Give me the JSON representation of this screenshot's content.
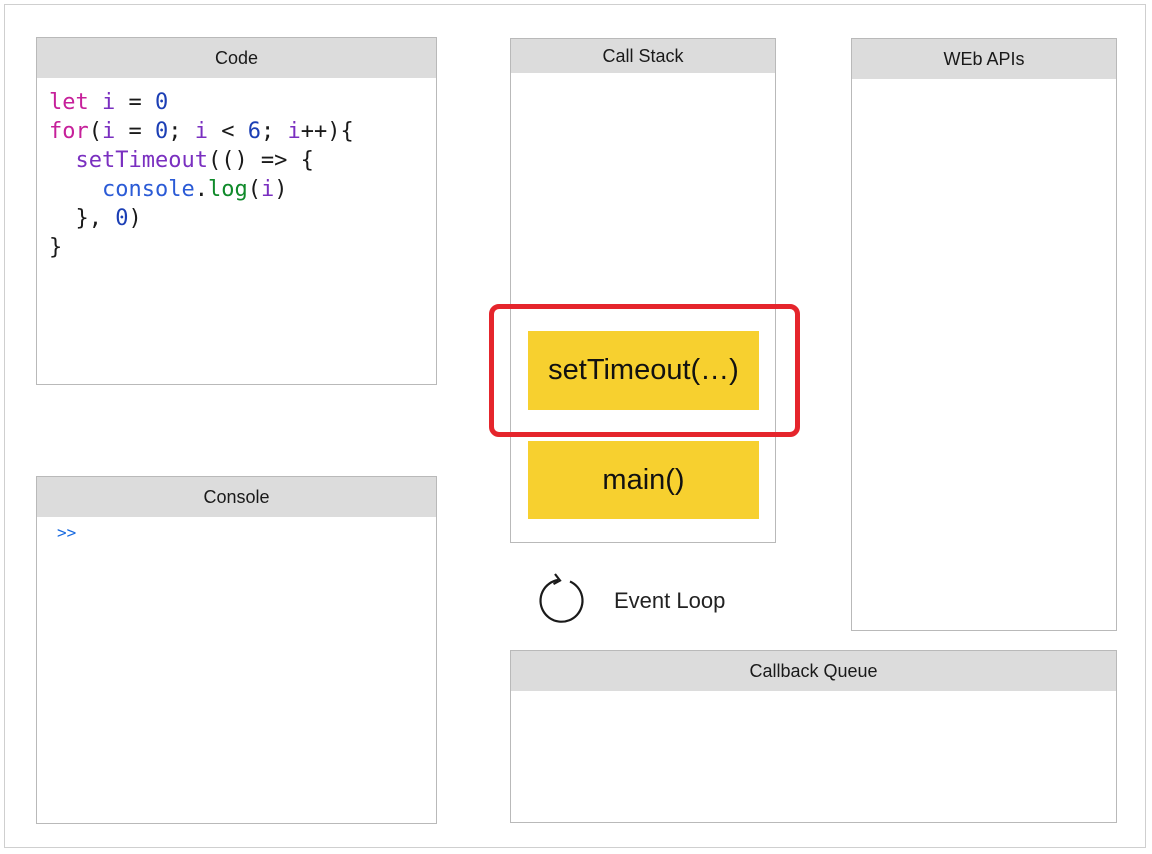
{
  "panels": {
    "code": {
      "title": "Code"
    },
    "console": {
      "title": "Console",
      "prompt": ">>"
    },
    "call_stack": {
      "title": "Call Stack"
    },
    "web_apis": {
      "title": "WEb APIs"
    },
    "callback_queue": {
      "title": "Callback Queue"
    }
  },
  "code_lines": [
    [
      {
        "t": "let ",
        "c": "kw"
      },
      {
        "t": "i",
        "c": "var"
      },
      {
        "t": " = ",
        "c": ""
      },
      {
        "t": "0",
        "c": "num"
      }
    ],
    [
      {
        "t": "for",
        "c": "kw"
      },
      {
        "t": "(",
        "c": ""
      },
      {
        "t": "i",
        "c": "var"
      },
      {
        "t": " = ",
        "c": ""
      },
      {
        "t": "0",
        "c": "num"
      },
      {
        "t": "; ",
        "c": ""
      },
      {
        "t": "i",
        "c": "var"
      },
      {
        "t": " < ",
        "c": ""
      },
      {
        "t": "6",
        "c": "num"
      },
      {
        "t": "; ",
        "c": ""
      },
      {
        "t": "i",
        "c": "var"
      },
      {
        "t": "++){",
        "c": ""
      }
    ],
    [
      {
        "t": "  ",
        "c": ""
      },
      {
        "t": "setTimeout",
        "c": "fn"
      },
      {
        "t": "(() => {",
        "c": ""
      }
    ],
    [
      {
        "t": "    ",
        "c": ""
      },
      {
        "t": "console",
        "c": "fn-blue"
      },
      {
        "t": ".",
        "c": ""
      },
      {
        "t": "log",
        "c": "fn-green"
      },
      {
        "t": "(",
        "c": ""
      },
      {
        "t": "i",
        "c": "var"
      },
      {
        "t": ")",
        "c": ""
      }
    ],
    [
      {
        "t": "  }, ",
        "c": ""
      },
      {
        "t": "0",
        "c": "num"
      },
      {
        "t": ")",
        "c": ""
      }
    ],
    [
      {
        "t": "}",
        "c": ""
      }
    ]
  ],
  "call_stack_frames": [
    "setTimeout(…)",
    "main()"
  ],
  "event_loop_label": "Event Loop",
  "colors": {
    "highlight_fill": "#dbfbe0",
    "highlight_border": "#3aa64a",
    "stack_frame": "#f7d02f",
    "active_frame_outline": "#e5252c"
  }
}
